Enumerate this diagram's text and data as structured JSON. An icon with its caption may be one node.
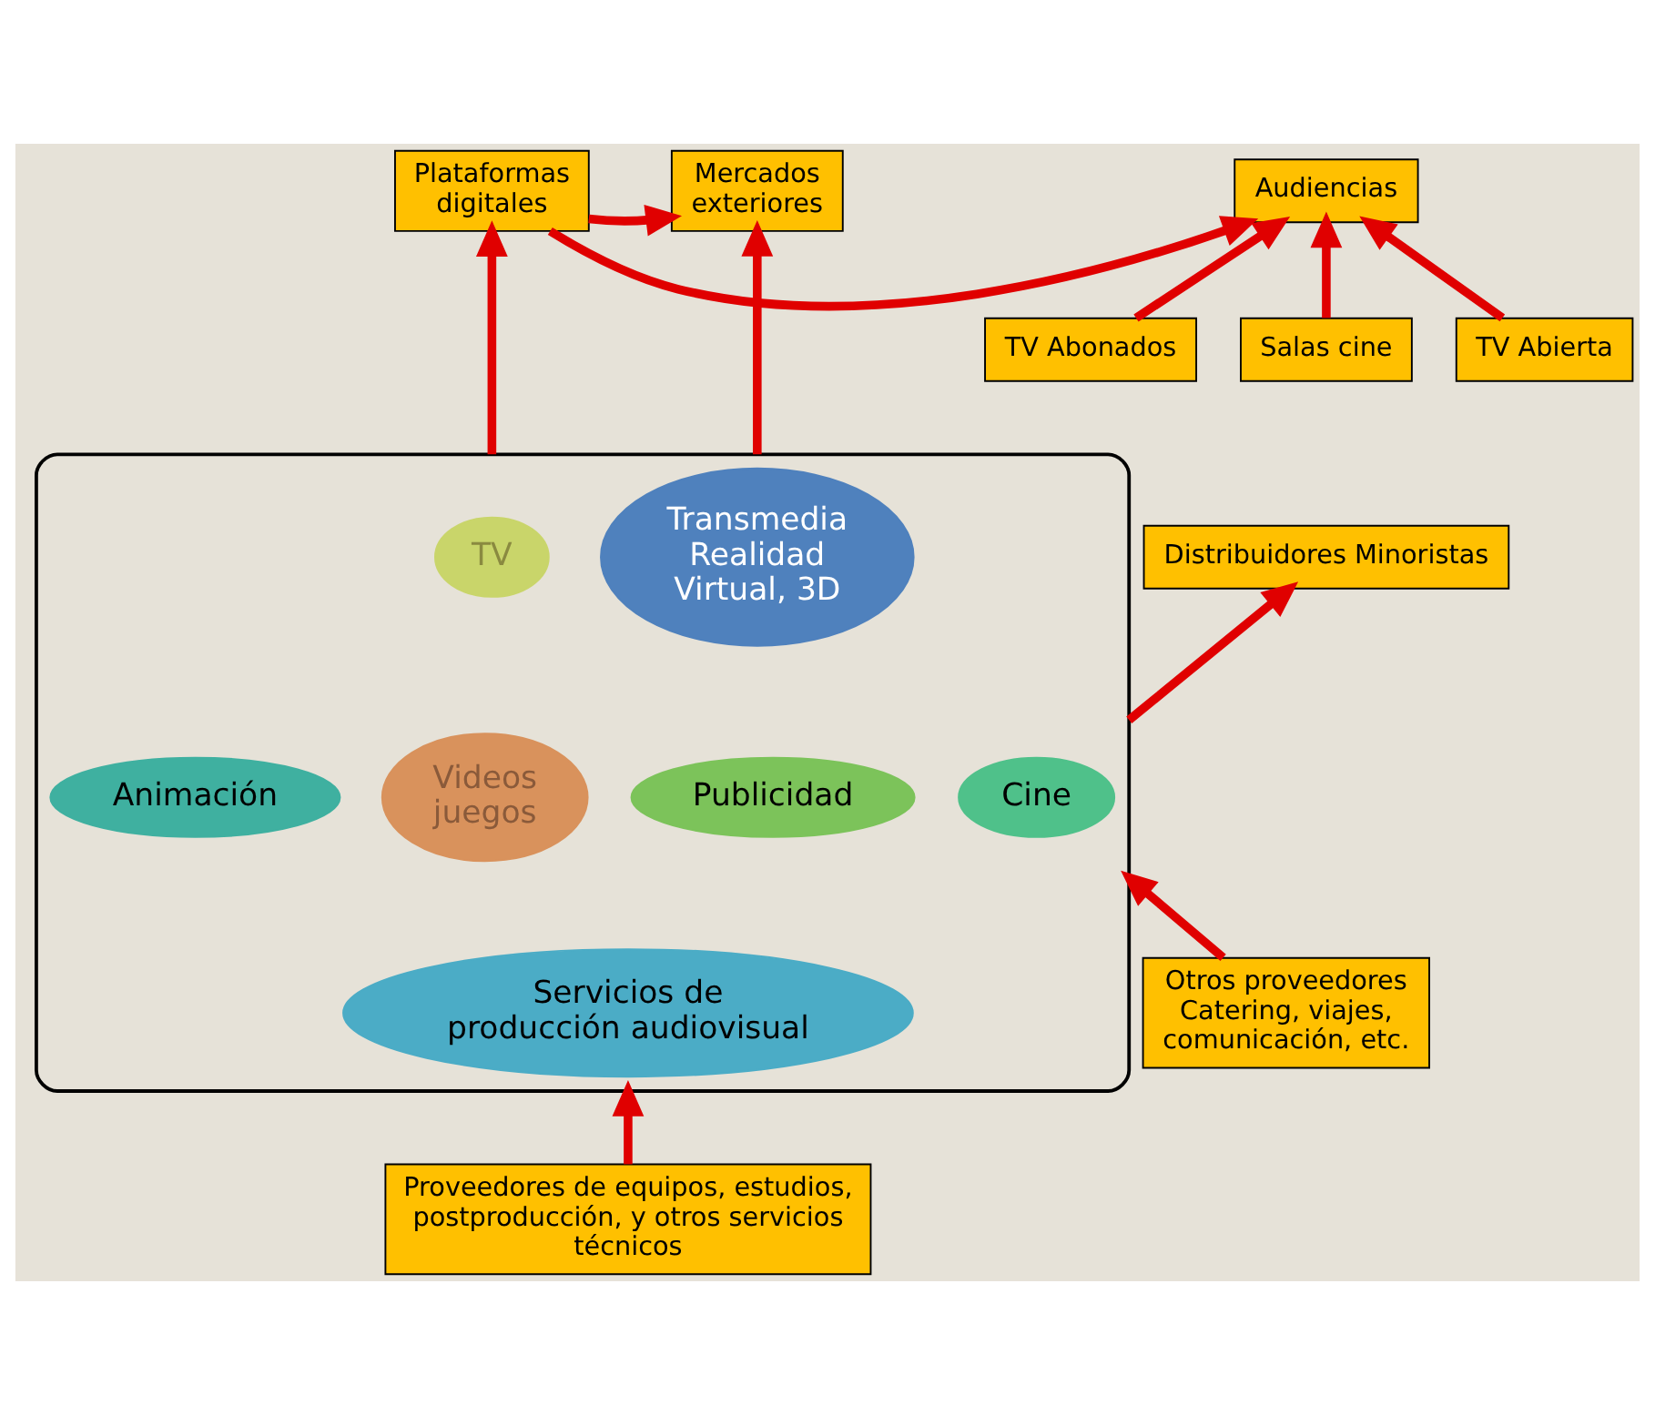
{
  "diagram": {
    "nodes": [
      {
        "text": [
          "Audiencias"
        ]
      },
      {
        "text": [
          "Plataformas digitales"
        ]
      },
      {
        "text": [
          "Mercados exteriores"
        ]
      },
      {
        "text": [
          "Salas cine"
        ]
      },
      {
        "text": [
          "TV Abierta"
        ]
      },
      {
        "text": [
          "TV Abonados"
        ]
      },
      {
        "text": [
          "Distribuidores Minoristas"
        ]
      },
      {
        "text": [],
        "shape": "ellipse"
      },
      {
        "text": [
          "TV"
        ],
        "in": 7
      },
      {
        "text": [
          "Transmedia Realidad Virtual, 3D"
        ],
        "in": 7
      },
      {
        "text": [
          "Cine"
        ],
        "in": 7
      },
      {
        "text": [
          "Publicidad"
        ],
        "in": 7
      },
      {
        "text": [
          "Animación"
        ],
        "in": 7
      },
      {
        "text": [
          "Videos juegos"
        ],
        "in": 7
      },
      {
        "text": [
          "Servicios de producción audiovisual"
        ],
        "in": 7
      },
      {
        "text": [
          "Otros proveedores Catering, viajes, comunicación, etc."
        ]
      },
      {
        "text": [
          "Proveedores de equipos, estudios, postproducción, y otros servicios técnicos"
        ]
      }
    ],
    "edges": [
      {
        "from": 1,
        "to": 0,
        "arrow": "to"
      },
      {
        "from": 1,
        "to": 2,
        "arrow": "to"
      },
      {
        "from": 3,
        "to": 0,
        "arrow": "to"
      },
      {
        "from": 4,
        "to": 0,
        "arrow": "to"
      },
      {
        "from": 5,
        "to": 0,
        "arrow": "to"
      },
      {
        "from": 7,
        "to": 6,
        "arrow": "to"
      },
      {
        "from": 7,
        "to": 1,
        "arrow": "to"
      },
      {
        "from": 7,
        "to": 2,
        "arrow": "to"
      },
      {
        "from": 15,
        "to": 7,
        "arrow": "to"
      },
      {
        "from": 16,
        "to": 7,
        "arrow": "to"
      }
    ]
  }
}
